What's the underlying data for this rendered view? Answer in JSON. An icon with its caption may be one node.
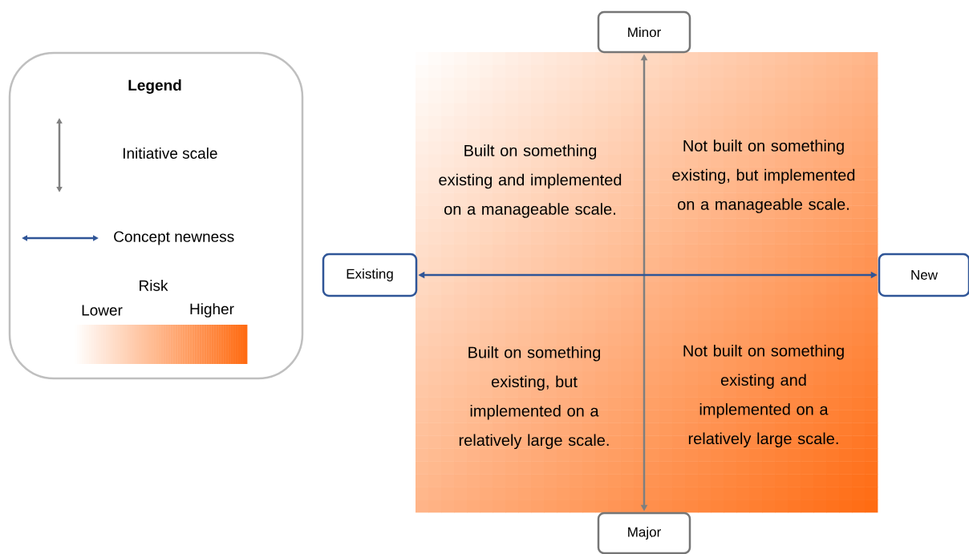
{
  "diagram": {
    "nodes": [
      {
        "text": [
          "Minor"
        ]
      },
      {
        "text": [
          "Existing"
        ]
      },
      {
        "text": [
          "New"
        ]
      },
      {
        "text": [
          "Major"
        ]
      }
    ],
    "edges": [
      {
        "from": 0,
        "to": 3,
        "arrow": "both",
        "color": "#7f7f7f"
      },
      {
        "from": 1,
        "to": 2,
        "arrow": "both",
        "color": "#2f5597"
      }
    ],
    "labels": [
      "Legend",
      "Built on something existing and implemented on a manageable scale.",
      "Not built on something existing, but implemented on a manageable scale.",
      "Risk",
      "Lower",
      "Higher",
      "Built on something existing, but implemented on a relatively large scale.",
      "Not built on something existing and implemented on a relatively large scale."
    ],
    "legend": [
      {
        "text": "Initiative scale"
      },
      {
        "text": "Concept newness"
      }
    ]
  }
}
